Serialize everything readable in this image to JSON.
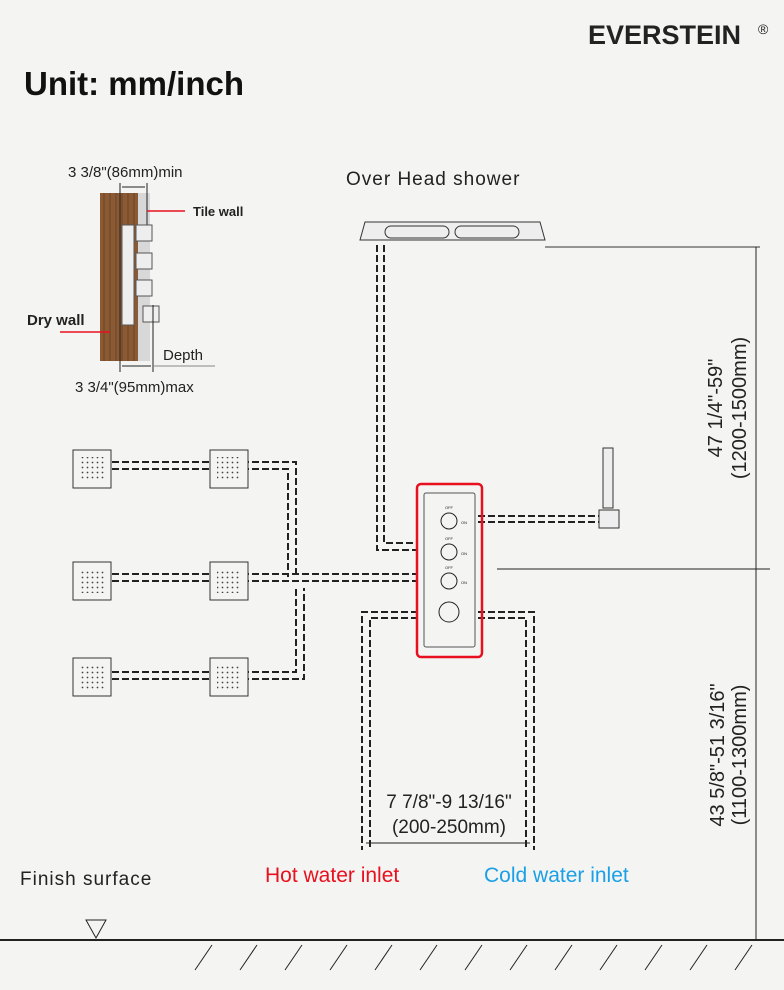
{
  "brand": {
    "name": "EVERSTEIN",
    "mark": "®"
  },
  "title": "Unit: mm/inch",
  "inset": {
    "min_depth": "3 3/8\"(86mm)min",
    "max_depth": "3 3/4\"(95mm)max",
    "tile_wall": "Tile wall",
    "dry_wall": "Dry wall",
    "depth": "Depth"
  },
  "overhead_label": "Over Head shower",
  "panel": {
    "off": "OFF",
    "on": "ON"
  },
  "dimensions": {
    "upper_inch": "47 1/4\"-59\"",
    "upper_mm": "(1200-1500mm)",
    "lower_inch": "43 5/8\"-51  3/16\"",
    "lower_mm": "(1100-1300mm)",
    "spacing_inch": "7 7/8\"-9 13/16\"",
    "spacing_mm": "(200-250mm)"
  },
  "finish_surface": "Finish surface",
  "hot_inlet": "Hot water inlet",
  "cold_inlet": "Cold water inlet",
  "colors": {
    "hot": "#e8101e",
    "cold": "#1aa0e6",
    "panel_outline": "#e8101e",
    "wood": "#8a5a34"
  }
}
